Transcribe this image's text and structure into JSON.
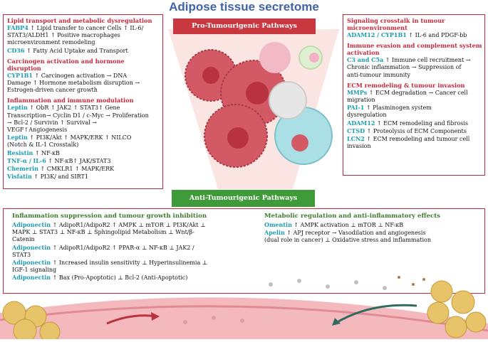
{
  "title": "Adipose tissue secretome",
  "banners": {
    "pro": "Pro-Tumourigenic Pathways",
    "anti": "Anti-Tumourigenic Pathways"
  },
  "left_panel": {
    "sections": [
      {
        "title": [
          "Lipid transport and metabolic dysregulation"
        ],
        "lines": [
          [
            {
              "g": "FABP4"
            },
            {
              "t": " ↑ Lipid transfer to cancer Cells ↑ IL-6/"
            }
          ],
          [
            {
              "t": "STAT3/ALDH1 ↑ Positive macrophages"
            }
          ],
          [
            {
              "t": "microenvironment remodeling"
            }
          ],
          [
            {
              "g": "CD36"
            },
            {
              "t": " ↑ Fatty Acid Uptake and Transport"
            }
          ]
        ]
      },
      {
        "title": [
          "Carcinogen activation and hormone",
          "disruption"
        ],
        "lines": [
          [
            {
              "g": "CYP1B1"
            },
            {
              "t": " ↑ Carcinogen activation → DNA"
            }
          ],
          [
            {
              "t": "Damage ↑ Hormone metabolism disruption →"
            }
          ],
          [
            {
              "t": "Estrogen-driven cancer growth"
            }
          ]
        ]
      },
      {
        "title": [
          "Inflammation and immune modulation"
        ],
        "lines": [
          [
            {
              "g": "Leptin"
            },
            {
              "t": " ↑ ObR ↑ JAK2 ↑ STAT3↑ Gene"
            }
          ],
          [
            {
              "t": "Transcription→ Cyclin D1 / c-Myc → Proliferation"
            }
          ],
          [
            {
              "t": "→ Bcl-2 / Survivin ↑ Survival →"
            }
          ],
          [
            {
              "t": "VEGF↑Angiogenesis"
            }
          ],
          [
            {
              "g": "Leptin"
            },
            {
              "t": " ↑ PI3K/Akt ↑ MAPK/ERK ↑ NILCO"
            }
          ],
          [
            {
              "t": "(Notch & IL-1 Crosstalk)"
            }
          ],
          [
            {
              "g": "Resistin"
            },
            {
              "t": " ↑ NF-κB"
            }
          ],
          [
            {
              "g": "TNF-α / IL-6"
            },
            {
              "t": " ↑ NF-κB↑ JAK/STAT3"
            }
          ],
          [
            {
              "g": "Chemerin"
            },
            {
              "t": " ↑ CMKLR1 ↑ MAPK/ERK"
            }
          ],
          [
            {
              "g": "Visfatin"
            },
            {
              "t": " ↑ PI3K/ and SIRT1"
            }
          ]
        ]
      }
    ]
  },
  "right_panel": {
    "sections": [
      {
        "title": [
          "Signaling crosstalk in tumour",
          "microenvironment"
        ],
        "lines": [
          [
            {
              "g": "ADAM12 / CYP1B1"
            },
            {
              "t": " ↑ IL-6 and PDGF-bb"
            }
          ]
        ]
      },
      {
        "title": [
          "Immune evasion and complement system",
          "activation"
        ],
        "lines": [
          [
            {
              "g": "C3 and C5a"
            },
            {
              "t": " ↑ Immune cell recruitment →"
            }
          ],
          [
            {
              "t": "Chronic inflammation → Suppression of"
            }
          ],
          [
            {
              "t": "anti-tumour immunity"
            }
          ]
        ]
      },
      {
        "title": [
          "ECM remodeling & tumour invasion"
        ],
        "lines": [
          [
            {
              "g": "MMPs"
            },
            {
              "t": " ↑ ECM degradation → Cancer cell"
            }
          ],
          [
            {
              "t": "migration"
            }
          ],
          [
            {
              "g": "PAI-1"
            },
            {
              "t": " ↑ Plasminogen system"
            }
          ],
          [
            {
              "t": "dysregulation"
            }
          ],
          [
            {
              "g": "ADAM12"
            },
            {
              "t": " ↑ ECM remodeling and fibrosis"
            }
          ],
          [
            {
              "g": "CTSD"
            },
            {
              "t": " ↑ Proteolysis of ECM Components"
            }
          ],
          [
            {
              "g": "LCN2"
            },
            {
              "t": " ↑ ECM remodeling and tumour cell"
            }
          ],
          [
            {
              "t": "invasion"
            }
          ]
        ]
      }
    ]
  },
  "bottom_left": {
    "title": "Inflammation suppression and tumour growth inhibition",
    "lines": [
      [
        {
          "g": "Adiponectin"
        },
        {
          "t": " ↑ AdipoR1/AdipoR2 ↑ AMPK ⊥ mTOR ⊥ PI3K/Akt ⊥"
        }
      ],
      [
        {
          "t": "MAPK ⊥ STAT3 ⊥ NF-κB ⊥ Sphingolipid Metabolism ⊥ Wnt/β-"
        }
      ],
      [
        {
          "t": "Catenin"
        }
      ],
      [
        {
          "g": " Adiponectin"
        },
        {
          "t": " ↑ AdipoR1/AdipoR2 ↑ PPAR-α ⊥ NF-κB ⊥ JAK2 /"
        }
      ],
      [
        {
          "t": "STAT3"
        }
      ],
      [
        {
          "g": "Adiponectin"
        },
        {
          "t": " ↑ Increased insulin sensitivity ⊥ Hyperinsulinemia ⊥"
        }
      ],
      [
        {
          "t": "IGF-1 signaling"
        }
      ],
      [
        {
          "g": "Adiponectin"
        },
        {
          "t": " ↑ Bax (Pro-Apoptotic) ⊥ Bcl-2 (Anti-Apoptotic)"
        }
      ]
    ]
  },
  "bottom_right": {
    "title": "Metabolic regulation and anti-inflammatory effects",
    "lines": [
      [
        {
          "g": "Omentin"
        },
        {
          "t": " ↑ AMPK activation ⊥ mTOR ⊥ NF-κB"
        }
      ],
      [
        {
          "g": "Apelin"
        },
        {
          "t": " ↑ APJ receptor → Vasodilation and angiogenesis"
        }
      ],
      [
        {
          "t": "(dual role in cancer) ⊥ Oxidative stress and inflammation"
        }
      ]
    ]
  },
  "colors": {
    "panel_border": "#c5283d",
    "pro_banner": "#c9383f",
    "anti_banner": "#3f9a3a",
    "gene_text": "#1c9bb0",
    "title_text": "#3f63a8"
  }
}
